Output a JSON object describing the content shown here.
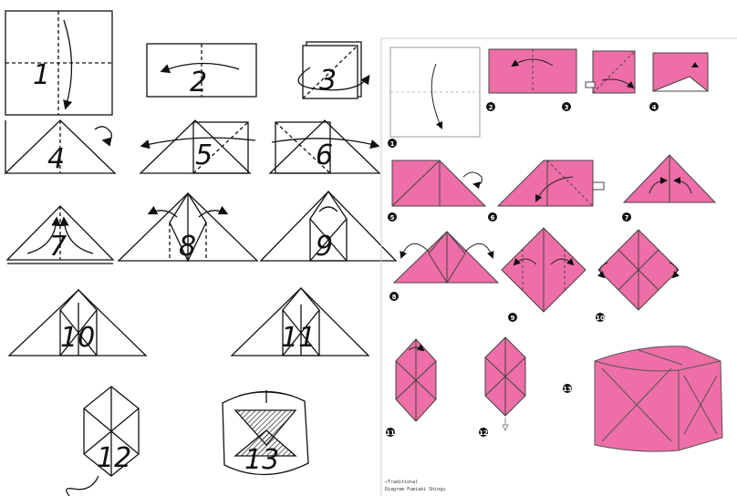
{
  "left_panel": {
    "step_labels": [
      "1",
      "2",
      "3",
      "4",
      "5",
      "6",
      "7",
      "8",
      "9",
      "10",
      "11",
      "12",
      "13"
    ]
  },
  "right_panel": {
    "step_markers": [
      "1",
      "2",
      "3",
      "4",
      "5",
      "6",
      "7",
      "8",
      "9",
      "10",
      "11",
      "12",
      "13"
    ],
    "credit_lines": [
      "«Traditional",
      "Diagram Fumiaki Shingu"
    ],
    "paper_color": "#ee6ea7",
    "fold_line_color": "#444444"
  }
}
